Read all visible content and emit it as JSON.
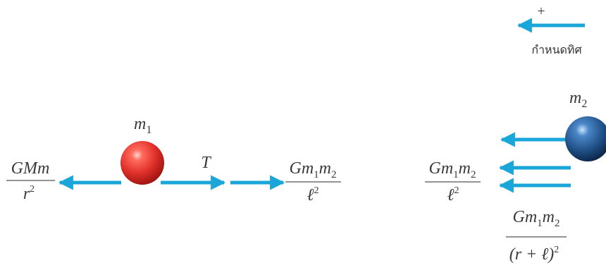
{
  "direction_key": {
    "sign": "+",
    "caption": "กำหนดทิศ",
    "arrow_color": "#1aa6d8"
  },
  "mass1": {
    "label": "m",
    "subscript": "1",
    "color": "#e0302a"
  },
  "mass2": {
    "label": "m",
    "subscript": "2",
    "color": "#1f4f86"
  },
  "forces_m1": {
    "left": {
      "numerator": "GMm",
      "denominator_base": "r",
      "denominator_exp": "2"
    },
    "tension": {
      "label": "T"
    },
    "right": {
      "numerator_base": "Gm",
      "sub1": "1",
      "mid": "m",
      "sub2": "2",
      "denominator_base": "ℓ",
      "denominator_exp": "2"
    }
  },
  "forces_m2": {
    "upper": {
      "numerator_base": "Gm",
      "sub1": "1",
      "mid": "m",
      "sub2": "2",
      "denominator_base": "ℓ",
      "denominator_exp": "2"
    },
    "lower": {
      "numerator_base": "Gm",
      "sub1": "1",
      "mid": "m",
      "sub2": "2",
      "denominator_open": "(r + ℓ)",
      "denominator_exp": "2"
    }
  }
}
